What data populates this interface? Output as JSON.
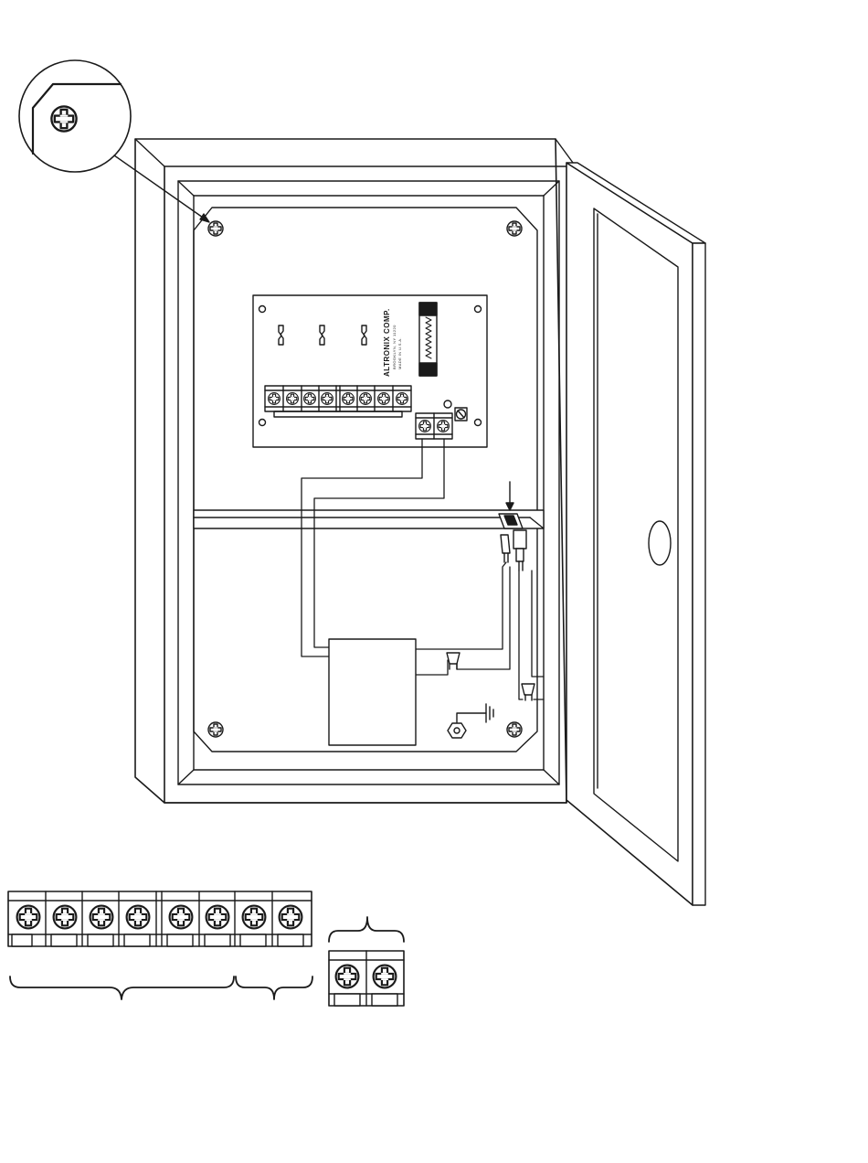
{
  "board": {
    "brand": "ALTRONIX COMP.",
    "fine_print_line1": "BROOKLYN, NY 11220",
    "fine_print_line2": "MADE IN U.S.A."
  },
  "colors": {
    "ink": "#1a1a1a",
    "paper": "#ffffff"
  },
  "icons": [
    "phillips-screw-icon",
    "ground-symbol-icon",
    "fuse-icon",
    "wire-nut-icon",
    "arrow-down-icon",
    "curly-brace-icon",
    "door-knob-icon"
  ]
}
